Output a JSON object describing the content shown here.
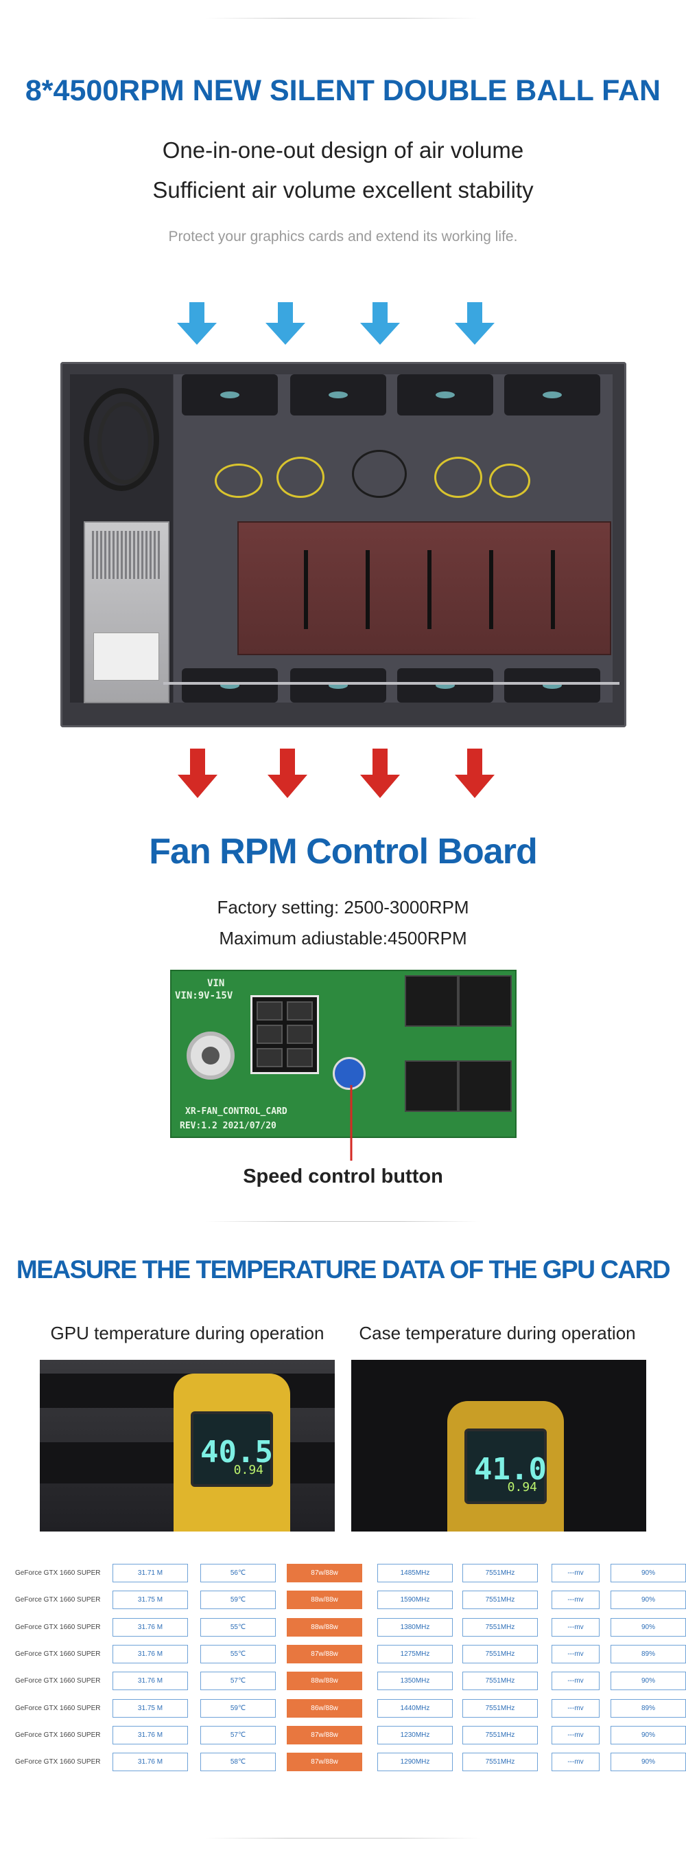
{
  "fan_section": {
    "title": "8*4500RPM NEW SILENT DOUBLE BALL FAN",
    "line1": "One-in-one-out design of air volume",
    "line2": "Sufficient air volume excellent stability",
    "note": "Protect your graphics cards and extend its working life."
  },
  "control_section": {
    "title": "Fan RPM Control Board",
    "setting": "Factory setting: 2500-3000RPM",
    "max": "Maximum adiustable:4500RPM",
    "board_text_vin": "VIN",
    "board_text_range": "VIN:9V-15V",
    "board_text_name": "XR-FAN_CONTROL_CARD",
    "board_text_rev": "REV:1.2   2021/07/20",
    "callout": "Speed control button"
  },
  "temp_section": {
    "title": "MEASURE THE TEMPERATURE DATA OF THE GPU CARD",
    "left_caption": "GPU temperature during operation",
    "right_caption": "Case temperature during operation",
    "left_reading": "40.5",
    "left_emis": "0.94",
    "right_reading": "41.0",
    "right_emis": "0.94"
  },
  "colors": {
    "brand_blue": "#1564b0",
    "hot_orange": "#e8773f",
    "up_arrow": "#3aa6e0",
    "down_arrow": "#d42a24"
  },
  "gpu_table": [
    {
      "name": "GeForce GTX 1660 SUPER",
      "hash": "31.71 M",
      "temp": "56℃",
      "power": "87w/88w",
      "core": "1485MHz",
      "mem": "7551MHz",
      "volt": "---mv",
      "fan": "90%"
    },
    {
      "name": "GeForce GTX 1660 SUPER",
      "hash": "31.75 M",
      "temp": "59℃",
      "power": "88w/88w",
      "core": "1590MHz",
      "mem": "7551MHz",
      "volt": "---mv",
      "fan": "90%"
    },
    {
      "name": "GeForce GTX 1660 SUPER",
      "hash": "31.76 M",
      "temp": "55℃",
      "power": "88w/88w",
      "core": "1380MHz",
      "mem": "7551MHz",
      "volt": "---mv",
      "fan": "90%"
    },
    {
      "name": "GeForce GTX 1660 SUPER",
      "hash": "31.76 M",
      "temp": "55℃",
      "power": "87w/88w",
      "core": "1275MHz",
      "mem": "7551MHz",
      "volt": "---mv",
      "fan": "89%"
    },
    {
      "name": "GeForce GTX 1660 SUPER",
      "hash": "31.76 M",
      "temp": "57℃",
      "power": "88w/88w",
      "core": "1350MHz",
      "mem": "7551MHz",
      "volt": "---mv",
      "fan": "90%"
    },
    {
      "name": "GeForce GTX 1660 SUPER",
      "hash": "31.75 M",
      "temp": "59℃",
      "power": "86w/88w",
      "core": "1440MHz",
      "mem": "7551MHz",
      "volt": "---mv",
      "fan": "89%"
    },
    {
      "name": "GeForce GTX 1660 SUPER",
      "hash": "31.76 M",
      "temp": "57℃",
      "power": "87w/88w",
      "core": "1230MHz",
      "mem": "7551MHz",
      "volt": "---mv",
      "fan": "90%"
    },
    {
      "name": "GeForce GTX 1660 SUPER",
      "hash": "31.76 M",
      "temp": "58℃",
      "power": "87w/88w",
      "core": "1290MHz",
      "mem": "7551MHz",
      "volt": "---mv",
      "fan": "90%"
    }
  ]
}
